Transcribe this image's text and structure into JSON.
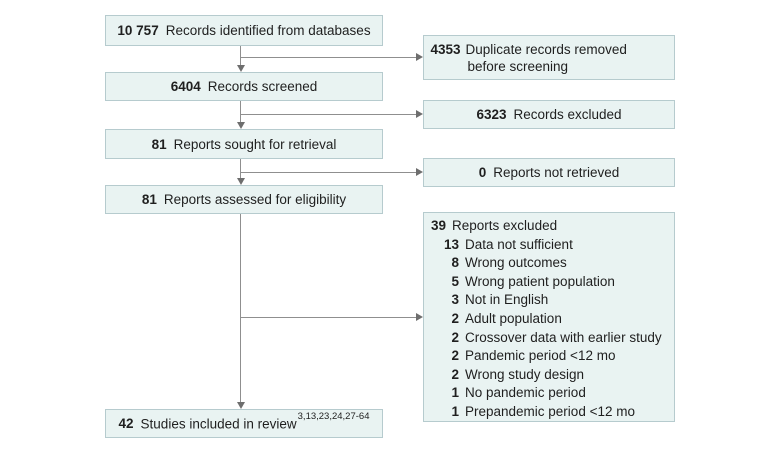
{
  "flow": {
    "left_boxes": [
      {
        "count": "10 757",
        "label": "Records identified from databases"
      },
      {
        "count": "6404",
        "label": "Records screened"
      },
      {
        "count": "81",
        "label": "Reports sought for retrieval"
      },
      {
        "count": "81",
        "label": "Reports assessed for eligibility"
      },
      {
        "count": "42",
        "label": "Studies included in review",
        "superscript": "3,13,23,24,27-64"
      }
    ],
    "right_boxes": [
      {
        "count": "4353",
        "label": "Duplicate records removed before screening"
      },
      {
        "count": "6323",
        "label": "Records excluded"
      },
      {
        "count": "0",
        "label": "Reports not retrieved"
      },
      {
        "count": "39",
        "label": "Reports excluded",
        "reasons": [
          {
            "count": "13",
            "label": "Data not sufficient"
          },
          {
            "count": "8",
            "label": "Wrong outcomes"
          },
          {
            "count": "5",
            "label": "Wrong patient population"
          },
          {
            "count": "3",
            "label": "Not in English"
          },
          {
            "count": "2",
            "label": "Adult population"
          },
          {
            "count": "2",
            "label": "Crossover data with earlier study"
          },
          {
            "count": "2",
            "label": "Pandemic period <12 mo"
          },
          {
            "count": "2",
            "label": "Wrong study design"
          },
          {
            "count": "1",
            "label": "No pandemic period"
          },
          {
            "count": "1",
            "label": "Prepandemic period <12 mo"
          }
        ]
      }
    ],
    "colors": {
      "box_fill": "#e9f3f2",
      "box_border": "#b6cbce",
      "arrow": "#8f8f8f",
      "text": "#1f1f1f"
    }
  }
}
